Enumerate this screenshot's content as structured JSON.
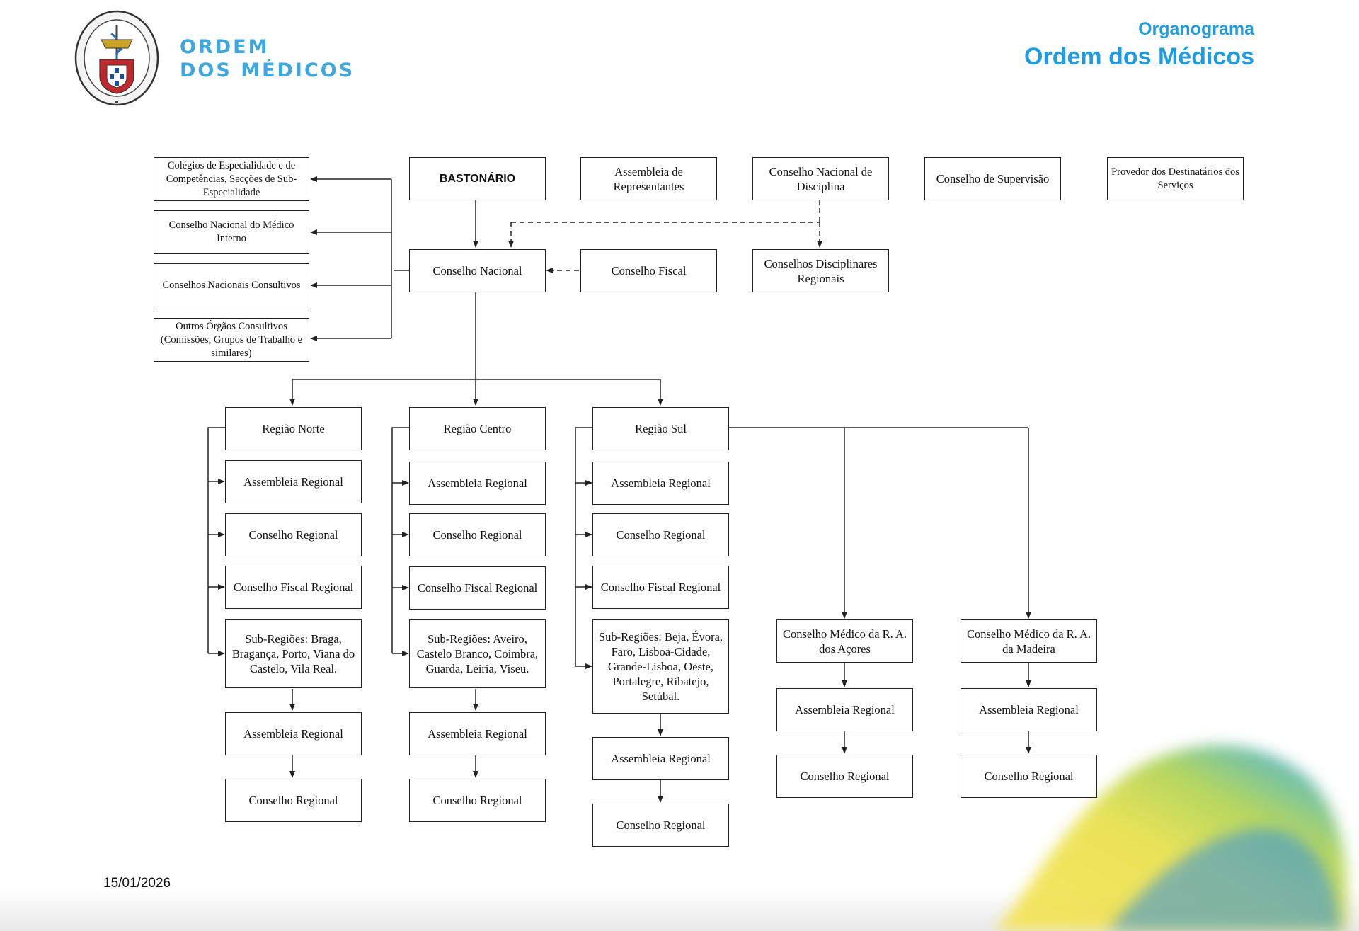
{
  "brand": {
    "logo_text": "ORDEM DOS MÉDICOS",
    "line1": "ORDEM",
    "line2": "DOS MÉDICOS"
  },
  "header": {
    "subtitle": "Organograma",
    "title": "Ordem dos Médicos"
  },
  "footer": {
    "date": "15/01/2026"
  },
  "colors": {
    "accent": "#1f9ce0",
    "brand": "#3ea7dd",
    "box_border": "#222222",
    "line": "#222222"
  },
  "chart": {
    "consultivos": {
      "colegios": "Colégios de Especialidade e de Competências, Secções de Sub-Especialidade",
      "medico_interno": "Conselho Nacional do Médico Interno",
      "nacionais_consultivos": "Conselhos Nacionais Consultivos",
      "outros": "Outros Órgãos Consultivos (Comissões, Grupos de Trabalho e similares)"
    },
    "top": {
      "bastonario": "BASTONÁRIO",
      "assembleia": "Assembleia de Representantes",
      "disciplina": "Conselho Nacional de Disciplina",
      "supervisao": "Conselho de Supervisão",
      "provedor": "Provedor dos Destinatários dos Serviços"
    },
    "middle": {
      "conselho_nacional": "Conselho Nacional",
      "conselho_fiscal": "Conselho Fiscal",
      "disciplinares_regionais": "Conselhos Disciplinares Regionais"
    },
    "norte": {
      "title": "Região Norte",
      "assembleia": "Assembleia Regional",
      "conselho": "Conselho Regional",
      "fiscal": "Conselho Fiscal Regional",
      "sub": "Sub-Regiões: Braga, Bragança, Porto, Viana do Castelo, Vila Real.",
      "sub_assembleia": "Assembleia Regional",
      "sub_conselho": "Conselho Regional"
    },
    "centro": {
      "title": "Região Centro",
      "assembleia": "Assembleia Regional",
      "conselho": "Conselho Regional",
      "fiscal": "Conselho Fiscal Regional",
      "sub": "Sub-Regiões: Aveiro, Castelo Branco, Coimbra, Guarda, Leiria, Viseu.",
      "sub_assembleia": "Assembleia Regional",
      "sub_conselho": "Conselho Regional"
    },
    "sul": {
      "title": "Região Sul",
      "assembleia": "Assembleia Regional",
      "conselho": "Conselho Regional",
      "fiscal": "Conselho Fiscal Regional",
      "sub": "Sub-Regiões: Beja, Évora, Faro, Lisboa-Cidade, Grande-Lisboa, Oeste, Portalegre, Ribatejo, Setúbal.",
      "sub_assembleia": "Assembleia Regional",
      "sub_conselho": "Conselho Regional"
    },
    "acores": {
      "title": "Conselho Médico da R. A. dos Açores",
      "assembleia": "Assembleia Regional",
      "conselho": "Conselho Regional"
    },
    "madeira": {
      "title": "Conselho Médico da R. A. da Madeira",
      "assembleia": "Assembleia Regional",
      "conselho": "Conselho Regional"
    }
  }
}
